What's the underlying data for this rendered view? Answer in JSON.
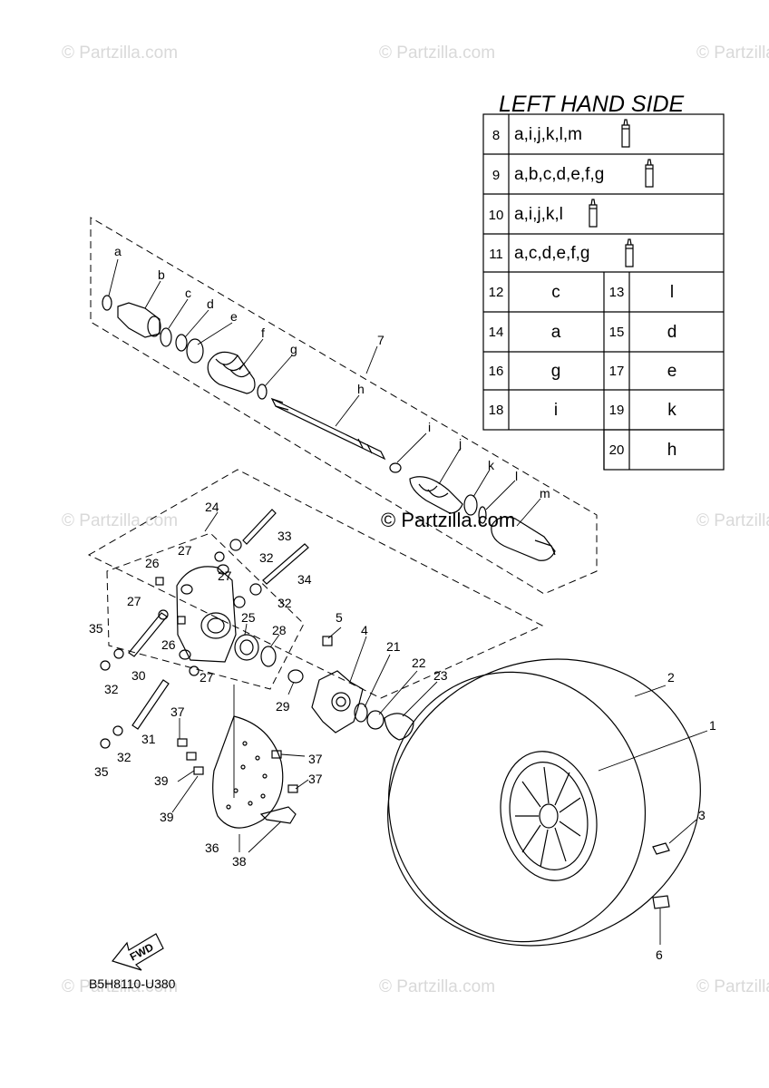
{
  "watermark": "© Partzilla.com",
  "center_watermark": "© Partzilla.com",
  "diagram_code": "B5H8110-U380",
  "fwd_label": "FWD",
  "table": {
    "title": "LEFT HAND SIDE",
    "kit_rows": [
      {
        "num": "8",
        "value": "a,i,j,k,l,m"
      },
      {
        "num": "9",
        "value": "a,b,c,d,e,f,g"
      },
      {
        "num": "10",
        "value": "a,i,j,k,l"
      },
      {
        "num": "11",
        "value": "a,c,d,e,f,g"
      }
    ],
    "pair_rows": [
      [
        {
          "num": "12",
          "value": "c"
        },
        {
          "num": "13",
          "value": "l"
        }
      ],
      [
        {
          "num": "14",
          "value": "a"
        },
        {
          "num": "15",
          "value": "d"
        }
      ],
      [
        {
          "num": "16",
          "value": "g"
        },
        {
          "num": "17",
          "value": "e"
        }
      ],
      [
        {
          "num": "18",
          "value": "i"
        },
        {
          "num": "19",
          "value": "k"
        }
      ],
      [
        {
          "num": "",
          "value": ""
        },
        {
          "num": "20",
          "value": "h"
        }
      ]
    ]
  },
  "callouts": {
    "c1": "1",
    "c2": "2",
    "c3": "3",
    "c4": "4",
    "c5": "5",
    "c6": "6",
    "c7": "7",
    "c21": "21",
    "c22": "22",
    "c23": "23",
    "c24": "24",
    "c25": "25",
    "c26a": "26",
    "c26b": "26",
    "c27a": "27",
    "c27b": "27",
    "c27c": "27",
    "c27d": "27",
    "c28": "28",
    "c29": "29",
    "c30": "30",
    "c31": "31",
    "c32a": "32",
    "c32b": "32",
    "c32c": "32",
    "c32d": "32",
    "c33": "33",
    "c34": "34",
    "c35a": "35",
    "c35b": "35",
    "c36": "36",
    "c37a": "37",
    "c37b": "37",
    "c37c": "37",
    "c38": "38",
    "c39a": "39",
    "c39b": "39",
    "la": "a",
    "lb": "b",
    "lc": "c",
    "ld": "d",
    "le": "e",
    "lf": "f",
    "lg": "g",
    "lh": "h",
    "li": "i",
    "lj": "j",
    "lk": "k",
    "ll": "l",
    "lm": "m"
  }
}
